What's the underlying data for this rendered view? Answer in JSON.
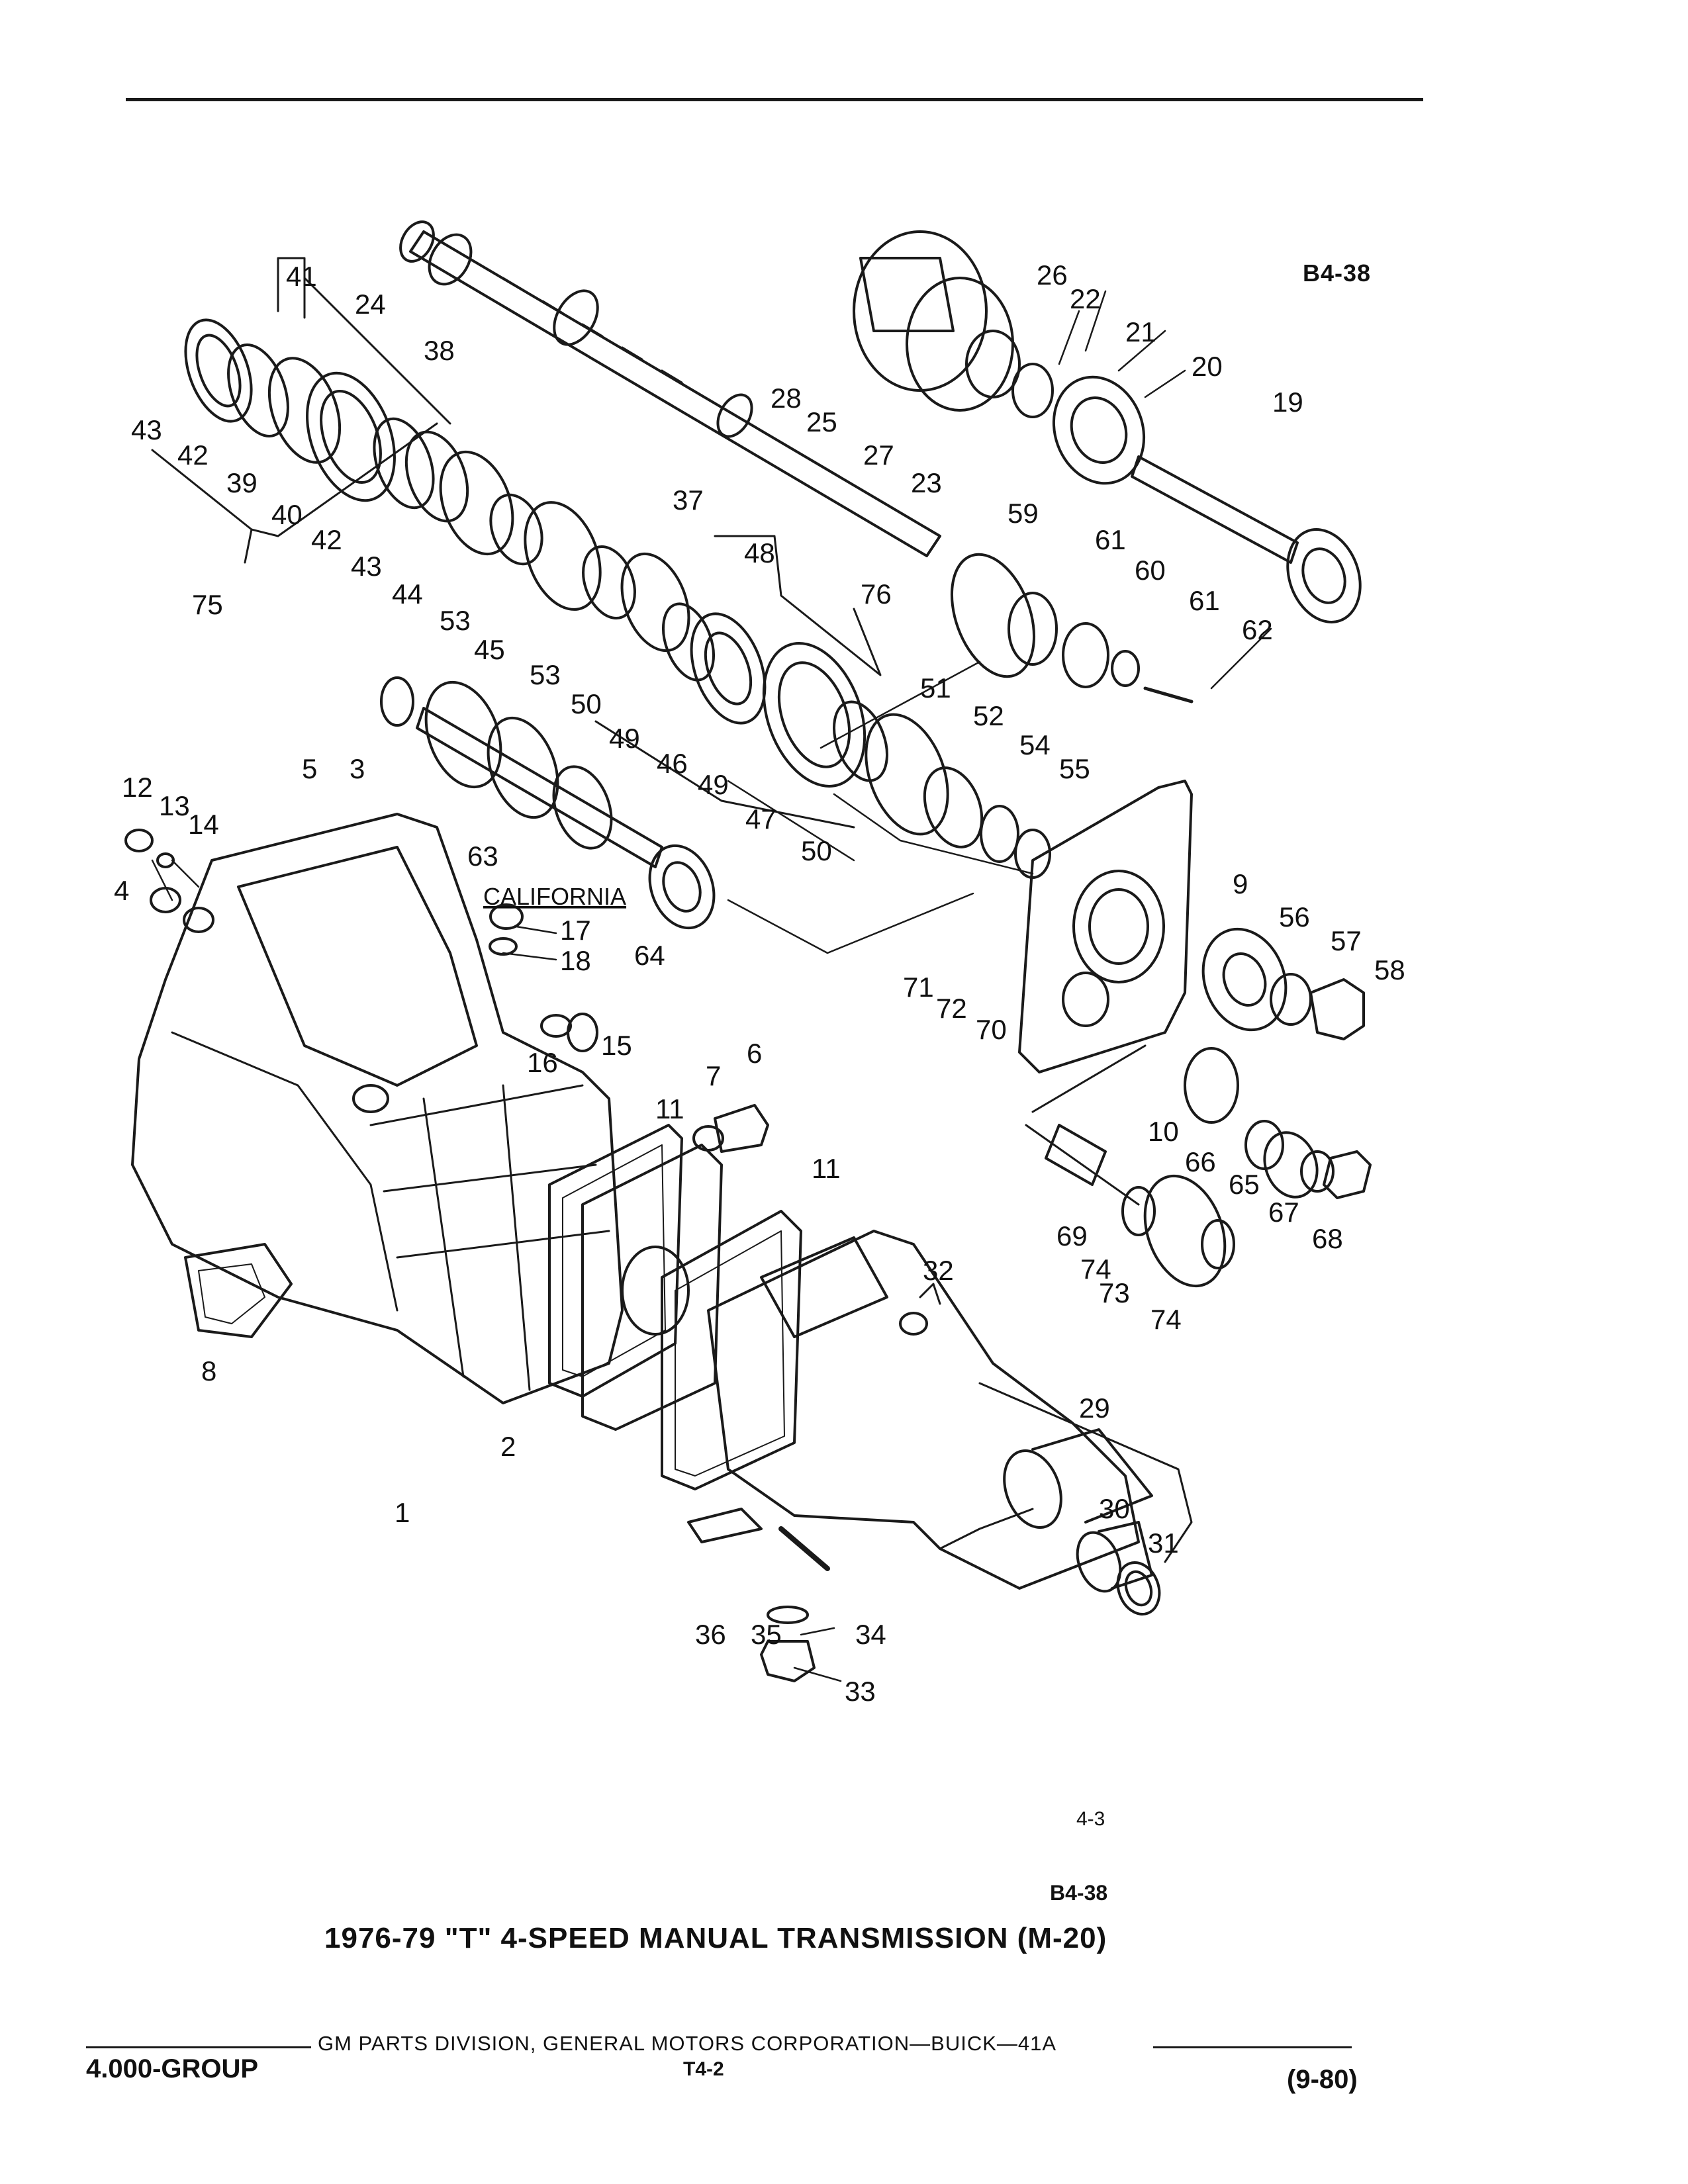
{
  "header": {
    "figure_code": "B4-38"
  },
  "diagram": {
    "california_label": "CALIFORNIA",
    "callouts": [
      "1",
      "2",
      "3",
      "4",
      "5",
      "6",
      "7",
      "8",
      "9",
      "10",
      "11",
      "11",
      "12",
      "13",
      "14",
      "15",
      "16",
      "17",
      "18",
      "19",
      "20",
      "21",
      "22",
      "23",
      "24",
      "25",
      "26",
      "27",
      "28",
      "29",
      "30",
      "31",
      "32",
      "33",
      "34",
      "35",
      "36",
      "37",
      "38",
      "39",
      "40",
      "41",
      "42",
      "42",
      "43",
      "43",
      "44",
      "45",
      "46",
      "47",
      "48",
      "49",
      "49",
      "50",
      "50",
      "51",
      "52",
      "53",
      "53",
      "54",
      "55",
      "56",
      "57",
      "58",
      "59",
      "60",
      "61",
      "61",
      "62",
      "63",
      "64",
      "65",
      "66",
      "67",
      "68",
      "69",
      "70",
      "71",
      "72",
      "73",
      "74",
      "74",
      "75",
      "76"
    ]
  },
  "footer": {
    "page_number": "4-3",
    "figure_code": "B4-38",
    "caption": "1976-79 \"T\" 4-SPEED MANUAL TRANSMISSION (M-20)",
    "source": "GM PARTS DIVISION, GENERAL MOTORS CORPORATION—BUICK—41A",
    "group": "4.000-GROUP",
    "ref": "T4-2",
    "date": "(9-80)"
  }
}
